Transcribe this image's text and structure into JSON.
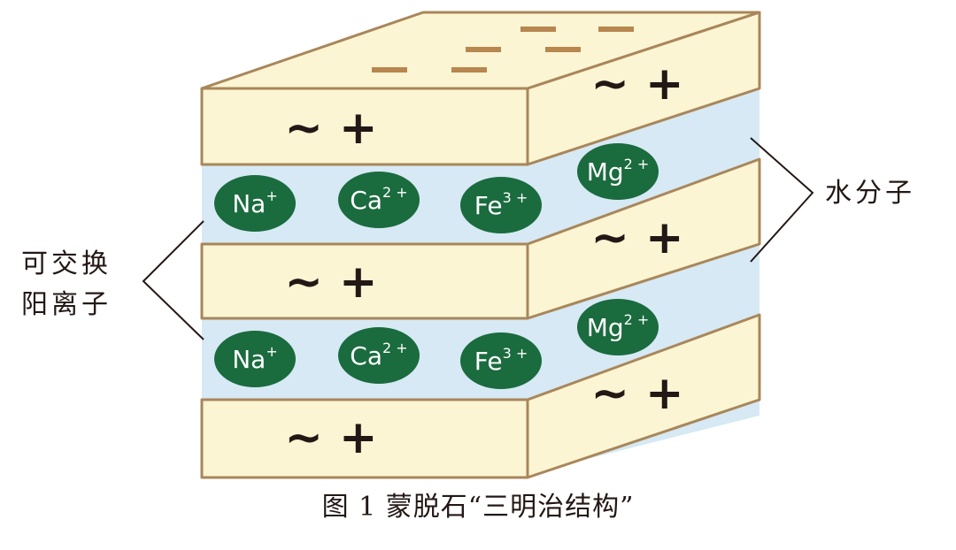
{
  "slab_charge_label": "~ +",
  "surface_charges": "−",
  "cations_upper": [
    "Na",
    "Ca",
    "Fe",
    "Mg"
  ],
  "cations_lower": [
    "Na",
    "Ca",
    "Fe",
    "Mg"
  ],
  "charges": {
    "Na": "+",
    "Ca": "2 +",
    "Fe": "3 +",
    "Mg": "2 +"
  },
  "label_cations_line1": "可交换",
  "label_cations_line2": "阳离子",
  "label_water": "水分子",
  "caption": "图 1  蒙脱石“三明治结构”",
  "colors": {
    "slab_fill": "#fbf5d3",
    "slab_outline": "#a9865a",
    "water_fill": "#d6e9f4",
    "cation_fill": "#1a6b3e",
    "surface_charge": "#b8864f",
    "text": "#231815"
  }
}
